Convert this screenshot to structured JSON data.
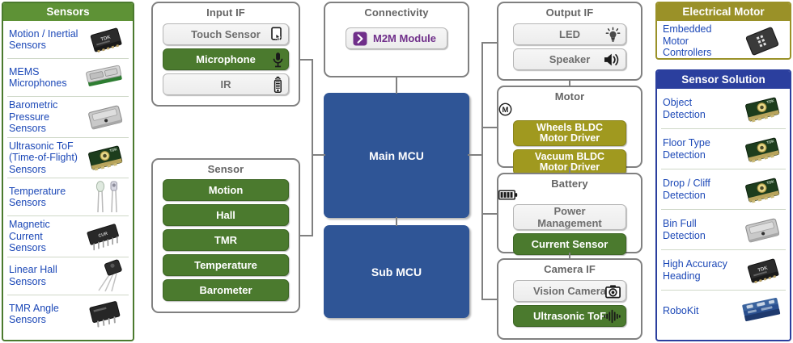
{
  "left_catalog": {
    "title": "Sensors",
    "header_color": "#5e9236",
    "border_color": "#4b7a2e",
    "items": [
      {
        "label": "Motion / Inertial\nSensors",
        "chip": "black-qfn-chip"
      },
      {
        "label": "MEMS\nMicrophones",
        "chip": "silver-mems-mic-chip"
      },
      {
        "label": "Barometric\nPressure\nSensors",
        "chip": "silver-pressure-chip"
      },
      {
        "label": "Ultrasonic ToF\n(Time-of-Flight)\nSensors",
        "chip": "green-tof-module"
      },
      {
        "label": "Temperature\nSensors",
        "chip": "thermistor-leads"
      },
      {
        "label": "Magnetic\nCurrent\nSensors",
        "chip": "black-soic-chip"
      },
      {
        "label": "Linear Hall\nSensors",
        "chip": "to92-transistor"
      },
      {
        "label": "TMR Angle\nSensors",
        "chip": "black-msop-chip"
      }
    ]
  },
  "input_if": {
    "title": "Input IF",
    "items": [
      {
        "label": "Touch Sensor",
        "style": "grey",
        "icon": "touch-hand-icon"
      },
      {
        "label": "Microphone",
        "style": "green",
        "icon": "microphone-icon"
      },
      {
        "label": "IR",
        "style": "grey",
        "icon": "remote-control-icon"
      }
    ]
  },
  "sensor_panel": {
    "title": "Sensor",
    "items": [
      {
        "label": "Motion",
        "style": "green"
      },
      {
        "label": "Hall",
        "style": "green"
      },
      {
        "label": "TMR",
        "style": "green"
      },
      {
        "label": "Temperature",
        "style": "green"
      },
      {
        "label": "Barometer",
        "style": "green"
      }
    ]
  },
  "connectivity": {
    "title": "Connectivity",
    "items": [
      {
        "label": "M2M Module",
        "style": "grey",
        "icon": "m2m-chevron-icon",
        "accent": "#702f8a"
      }
    ]
  },
  "mcu": {
    "main": "Main MCU",
    "sub": "Sub MCU",
    "color": "#2f5596"
  },
  "output_if": {
    "title": "Output IF",
    "items": [
      {
        "label": "LED",
        "style": "grey",
        "icon": "lightbulb-icon"
      },
      {
        "label": "Speaker",
        "style": "grey",
        "icon": "speaker-icon"
      }
    ]
  },
  "motor": {
    "title": "Motor",
    "title_icon": "motor-m-circle-icon",
    "items": [
      {
        "line1": "Wheels BLDC",
        "line2": "Motor Driver",
        "style": "olive"
      },
      {
        "line1": "Vacuum BLDC",
        "line2": "Motor Driver",
        "style": "olive"
      }
    ]
  },
  "battery": {
    "title": "Battery",
    "title_icon": "battery-icon",
    "items": [
      {
        "line1": "Power",
        "line2": "Management",
        "style": "grey"
      },
      {
        "label": "Current Sensor",
        "style": "green"
      }
    ]
  },
  "camera_if": {
    "title": "Camera IF",
    "items": [
      {
        "label": "Vision Camera",
        "style": "grey",
        "icon": "camera-icon"
      },
      {
        "label": "Ultrasonic ToF",
        "style": "green",
        "icon": "tof-wave-icon"
      }
    ]
  },
  "electrical_motor": {
    "title": "Electrical Motor",
    "header_color": "#9a9128",
    "border_color": "#9a9128",
    "items": [
      {
        "label": "Embedded\nMotor\nControllers",
        "chip": "black-bga-chip"
      }
    ]
  },
  "sensor_solution": {
    "title": "Sensor Solution",
    "header_color": "#2b3f9e",
    "border_color": "#2b3f9e",
    "items": [
      {
        "label": "Object\nDetection",
        "chip": "green-tof-module"
      },
      {
        "label": "Floor Type\nDetection",
        "chip": "green-tof-module"
      },
      {
        "label": "Drop / Cliff\nDetection",
        "chip": "green-tof-module"
      },
      {
        "label": "Bin Full\nDetection",
        "chip": "silver-pressure-chip"
      },
      {
        "label": "High Accuracy\nHeading",
        "chip": "black-qfn-chip"
      },
      {
        "label": "RoboKit",
        "chip": "robokit-board"
      }
    ]
  }
}
